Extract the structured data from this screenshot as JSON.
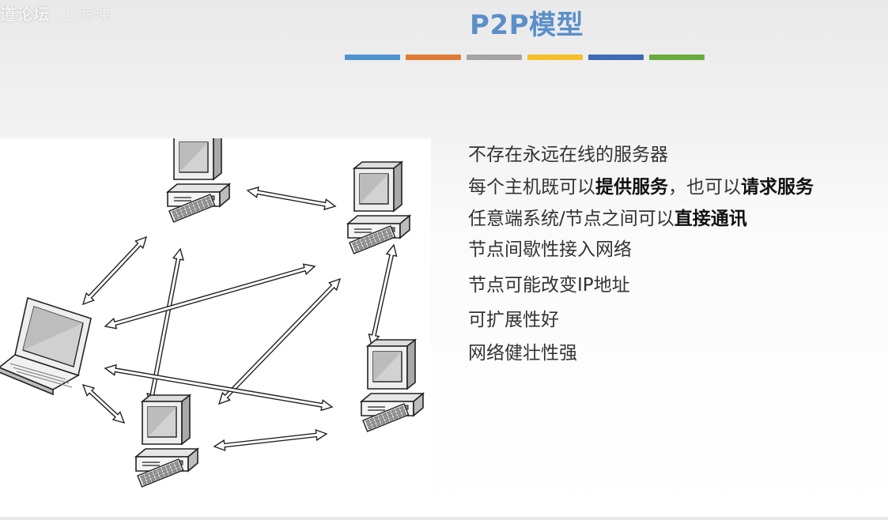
{
  "watermark": {
    "text1": "道论坛",
    "text2": "上海课"
  },
  "slide": {
    "title": "P2P模型",
    "color_bars": [
      "#4f93cf",
      "#e07b36",
      "#a4a4a4",
      "#f4bf2a",
      "#3d6bb4",
      "#6aab3f"
    ]
  },
  "diagram": {
    "nodes": [
      {
        "id": "pc-top",
        "type": "desktop"
      },
      {
        "id": "pc-right-top",
        "type": "desktop"
      },
      {
        "id": "laptop-left",
        "type": "laptop"
      },
      {
        "id": "pc-bottom",
        "type": "desktop"
      },
      {
        "id": "pc-right-bottom",
        "type": "desktop"
      }
    ],
    "links": [
      [
        "pc-top",
        "pc-right-top"
      ],
      [
        "pc-top",
        "laptop-left"
      ],
      [
        "pc-top",
        "pc-bottom"
      ],
      [
        "pc-right-top",
        "laptop-left"
      ],
      [
        "pc-right-top",
        "pc-bottom"
      ],
      [
        "pc-right-top",
        "pc-right-bottom"
      ],
      [
        "laptop-left",
        "pc-right-bottom"
      ],
      [
        "laptop-left",
        "pc-bottom"
      ],
      [
        "pc-bottom",
        "pc-right-bottom"
      ]
    ]
  },
  "points": [
    {
      "segments": [
        {
          "text": "不存在永远在线的服务器",
          "bold": false
        }
      ]
    },
    {
      "segments": [
        {
          "text": "每个主机既可以",
          "bold": false
        },
        {
          "text": "提供服务",
          "bold": true
        },
        {
          "text": "，也可以",
          "bold": false
        },
        {
          "text": "请求服务",
          "bold": true
        }
      ]
    },
    {
      "segments": [
        {
          "text": "任意端系统/节点之间可以",
          "bold": false
        },
        {
          "text": "直接通讯",
          "bold": true
        }
      ]
    },
    {
      "segments": [
        {
          "text": "节点间歇性接入网络",
          "bold": false
        }
      ]
    },
    {
      "segments": [
        {
          "text": "节点可能改变IP地址",
          "bold": false
        }
      ]
    },
    {
      "segments": [
        {
          "text": "可扩展性好",
          "bold": false
        }
      ]
    },
    {
      "segments": [
        {
          "text": "网络健壮性强",
          "bold": false
        }
      ]
    }
  ]
}
